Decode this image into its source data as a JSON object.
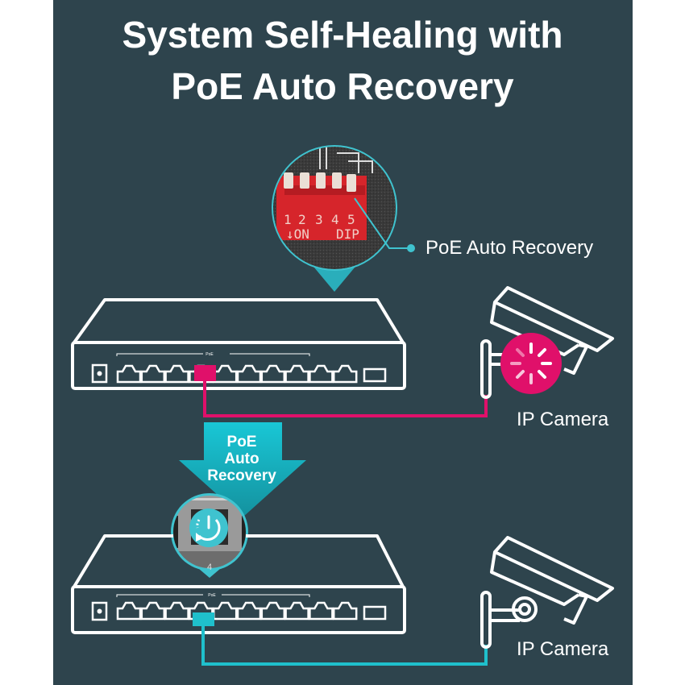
{
  "title": {
    "line1": "System Self-Healing with",
    "line2": "PoE Auto Recovery"
  },
  "dip_switch": {
    "numbers": [
      "1",
      "2",
      "3",
      "4",
      "5"
    ],
    "on_label": "↓ON",
    "dip_label": "DIP",
    "callout_label": "PoE Auto Recovery"
  },
  "switch_top": {
    "poe_label": "PoE",
    "port_count": 10,
    "active_port": 4,
    "status": "rebooting"
  },
  "arrow": {
    "line1": "PoE",
    "line2": "Auto",
    "line3": "Recovery"
  },
  "port_zoom": {
    "port_number": "4",
    "icon": "power-restart-icon"
  },
  "switch_bottom": {
    "poe_label": "PoE",
    "port_count": 10,
    "active_port": 4,
    "status": "recovered"
  },
  "camera_top": {
    "label": "IP Camera",
    "icon": "loading-spinner-icon"
  },
  "camera_bottom": {
    "label": "IP Camera"
  },
  "colors": {
    "background": "#2e444d",
    "accent_teal": "#1fc0cc",
    "accent_magenta": "#e0106a",
    "dip_red": "#d6252b"
  }
}
